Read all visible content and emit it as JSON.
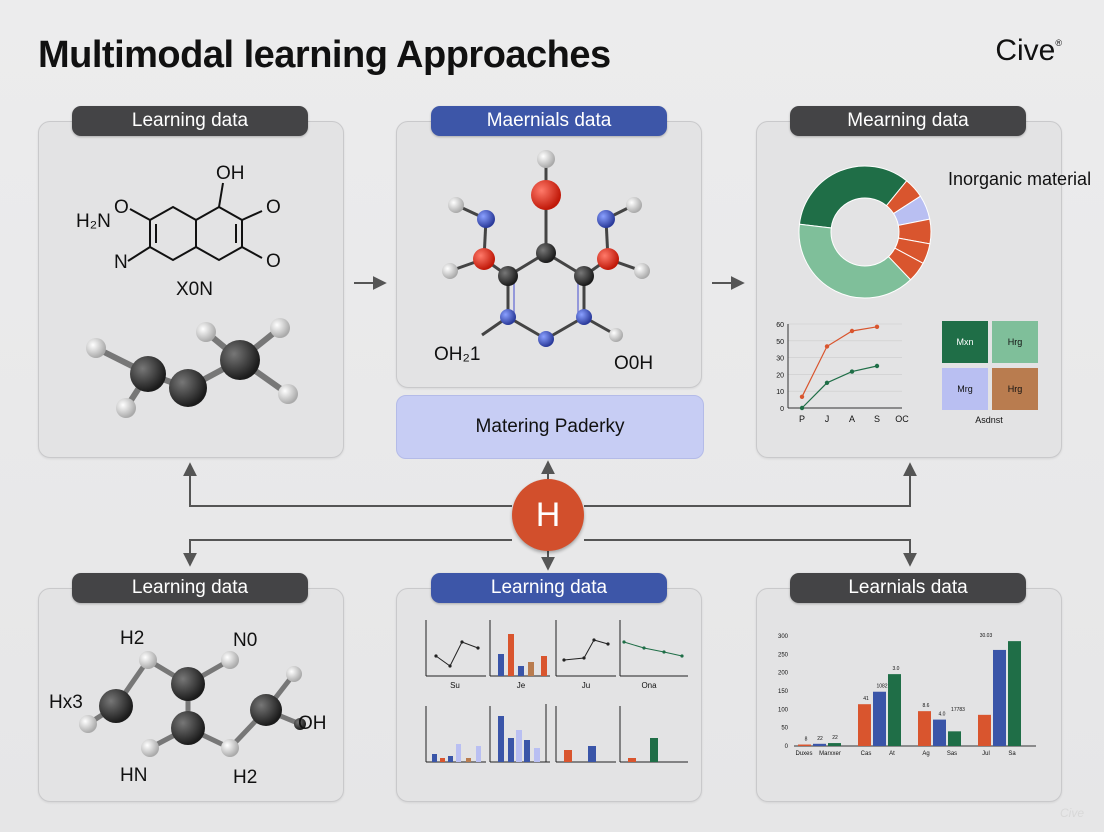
{
  "title": "Multimodal learning Approaches",
  "brand": "Cive",
  "brand_mark": "®",
  "watermark": "Cive",
  "colors": {
    "dark_pill": "#444446",
    "blue_pill": "#3d56a8",
    "hub": "#d24f2c",
    "green": "#1f6e47",
    "light_green": "#7fbf9a",
    "orange": "#d9552e",
    "lavender": "#b9bff2",
    "blue": "#3a55a8",
    "brown": "#b97c4f"
  },
  "panels": {
    "top_left": {
      "label": "Learning data",
      "formula": {
        "oh": "OH",
        "h2n": "H₂N",
        "o_left": "O",
        "o_right1": "O",
        "o_right2": "O",
        "n": "N",
        "xon": "X0N"
      }
    },
    "top_mid": {
      "label": "Maernials data",
      "formula": {
        "oh2": "OH₂1",
        "ooh": "O0H"
      },
      "caption": "Matering Paderky"
    },
    "top_right": {
      "label": "Mearning data",
      "donut_label": "Inorganic material",
      "line_chart": {
        "yticks": [
          "60",
          "50",
          "30",
          "20",
          "10",
          "0"
        ],
        "xticks": [
          "P",
          "J",
          "A",
          "S",
          "OC"
        ]
      },
      "tiles": [
        "Mxn",
        "Hrg",
        "Mrg",
        "Hrg"
      ],
      "tiles_caption": "Asdnst"
    },
    "bottom_left": {
      "label": "Learning data",
      "formula": {
        "h2_top": "H2",
        "no": "N0",
        "hx3": "Hx3",
        "oh": "OH",
        "hn": "HN",
        "h2_bottom": "H2"
      }
    },
    "bottom_mid": {
      "label": "Learning data",
      "mini_xlabels": [
        "Su",
        "Je",
        "Ju",
        "Ona"
      ]
    },
    "bottom_right": {
      "label": "Learnials data",
      "yticks": [
        "300",
        "250",
        "200",
        "150",
        "100",
        "50",
        "0"
      ],
      "xlabels": [
        "Duxes",
        "Marxxer",
        "Cas",
        "At",
        "Ag",
        "Sas",
        "Jul",
        "Sa"
      ],
      "value_labels": [
        "8",
        "22",
        "22",
        "41",
        "1082",
        "3.0",
        "8.6",
        "4.0",
        "17783",
        "30.03"
      ]
    }
  },
  "hub_label": "H",
  "chart_data": [
    {
      "type": "pie",
      "title": "",
      "labels": [
        "",
        "",
        "",
        "",
        "",
        "",
        ""
      ],
      "values": [
        34,
        5,
        6,
        6,
        5,
        5,
        39
      ],
      "colors": [
        "#1f6e47",
        "#d9552e",
        "#b9bff2",
        "#d9552e",
        "#d9552e",
        "#d9552e",
        "#7fbf9a"
      ]
    },
    {
      "type": "line",
      "title": "",
      "categories": [
        "P",
        "J",
        "A",
        "S",
        "OC"
      ],
      "ylim": [
        0,
        60
      ],
      "series": [
        {
          "values": [
            8,
            44,
            55,
            58,
            null
          ],
          "color": "#d9552e"
        },
        {
          "values": [
            0,
            18,
            26,
            30,
            null
          ],
          "color": "#1f6e47"
        }
      ]
    },
    {
      "type": "bar",
      "title": "",
      "categories": [
        "Duxes",
        "Marxxer",
        "Cas",
        "At",
        "Ag",
        "Sas",
        "Jul",
        "Sa"
      ],
      "ylim": [
        0,
        300
      ],
      "bars": [
        {
          "x": "Duxes",
          "value": 4,
          "color": "#d9552e"
        },
        {
          "x": "Duxes",
          "value": 6,
          "color": "#3a55a8"
        },
        {
          "x": "Marxxer",
          "value": 8,
          "color": "#1f6e47"
        },
        {
          "x": "Cas",
          "value": 114,
          "color": "#d9552e"
        },
        {
          "x": "Cas",
          "value": 148,
          "color": "#3a55a8"
        },
        {
          "x": "At",
          "value": 196,
          "color": "#1f6e47"
        },
        {
          "x": "Ag",
          "value": 95,
          "color": "#d9552e"
        },
        {
          "x": "Ag",
          "value": 72,
          "color": "#3a55a8"
        },
        {
          "x": "Sas",
          "value": 40,
          "color": "#1f6e47"
        },
        {
          "x": "Jul",
          "value": 85,
          "color": "#d9552e"
        },
        {
          "x": "Jul",
          "value": 262,
          "color": "#3a55a8"
        },
        {
          "x": "Sa",
          "value": 286,
          "color": "#1f6e47"
        }
      ]
    }
  ]
}
